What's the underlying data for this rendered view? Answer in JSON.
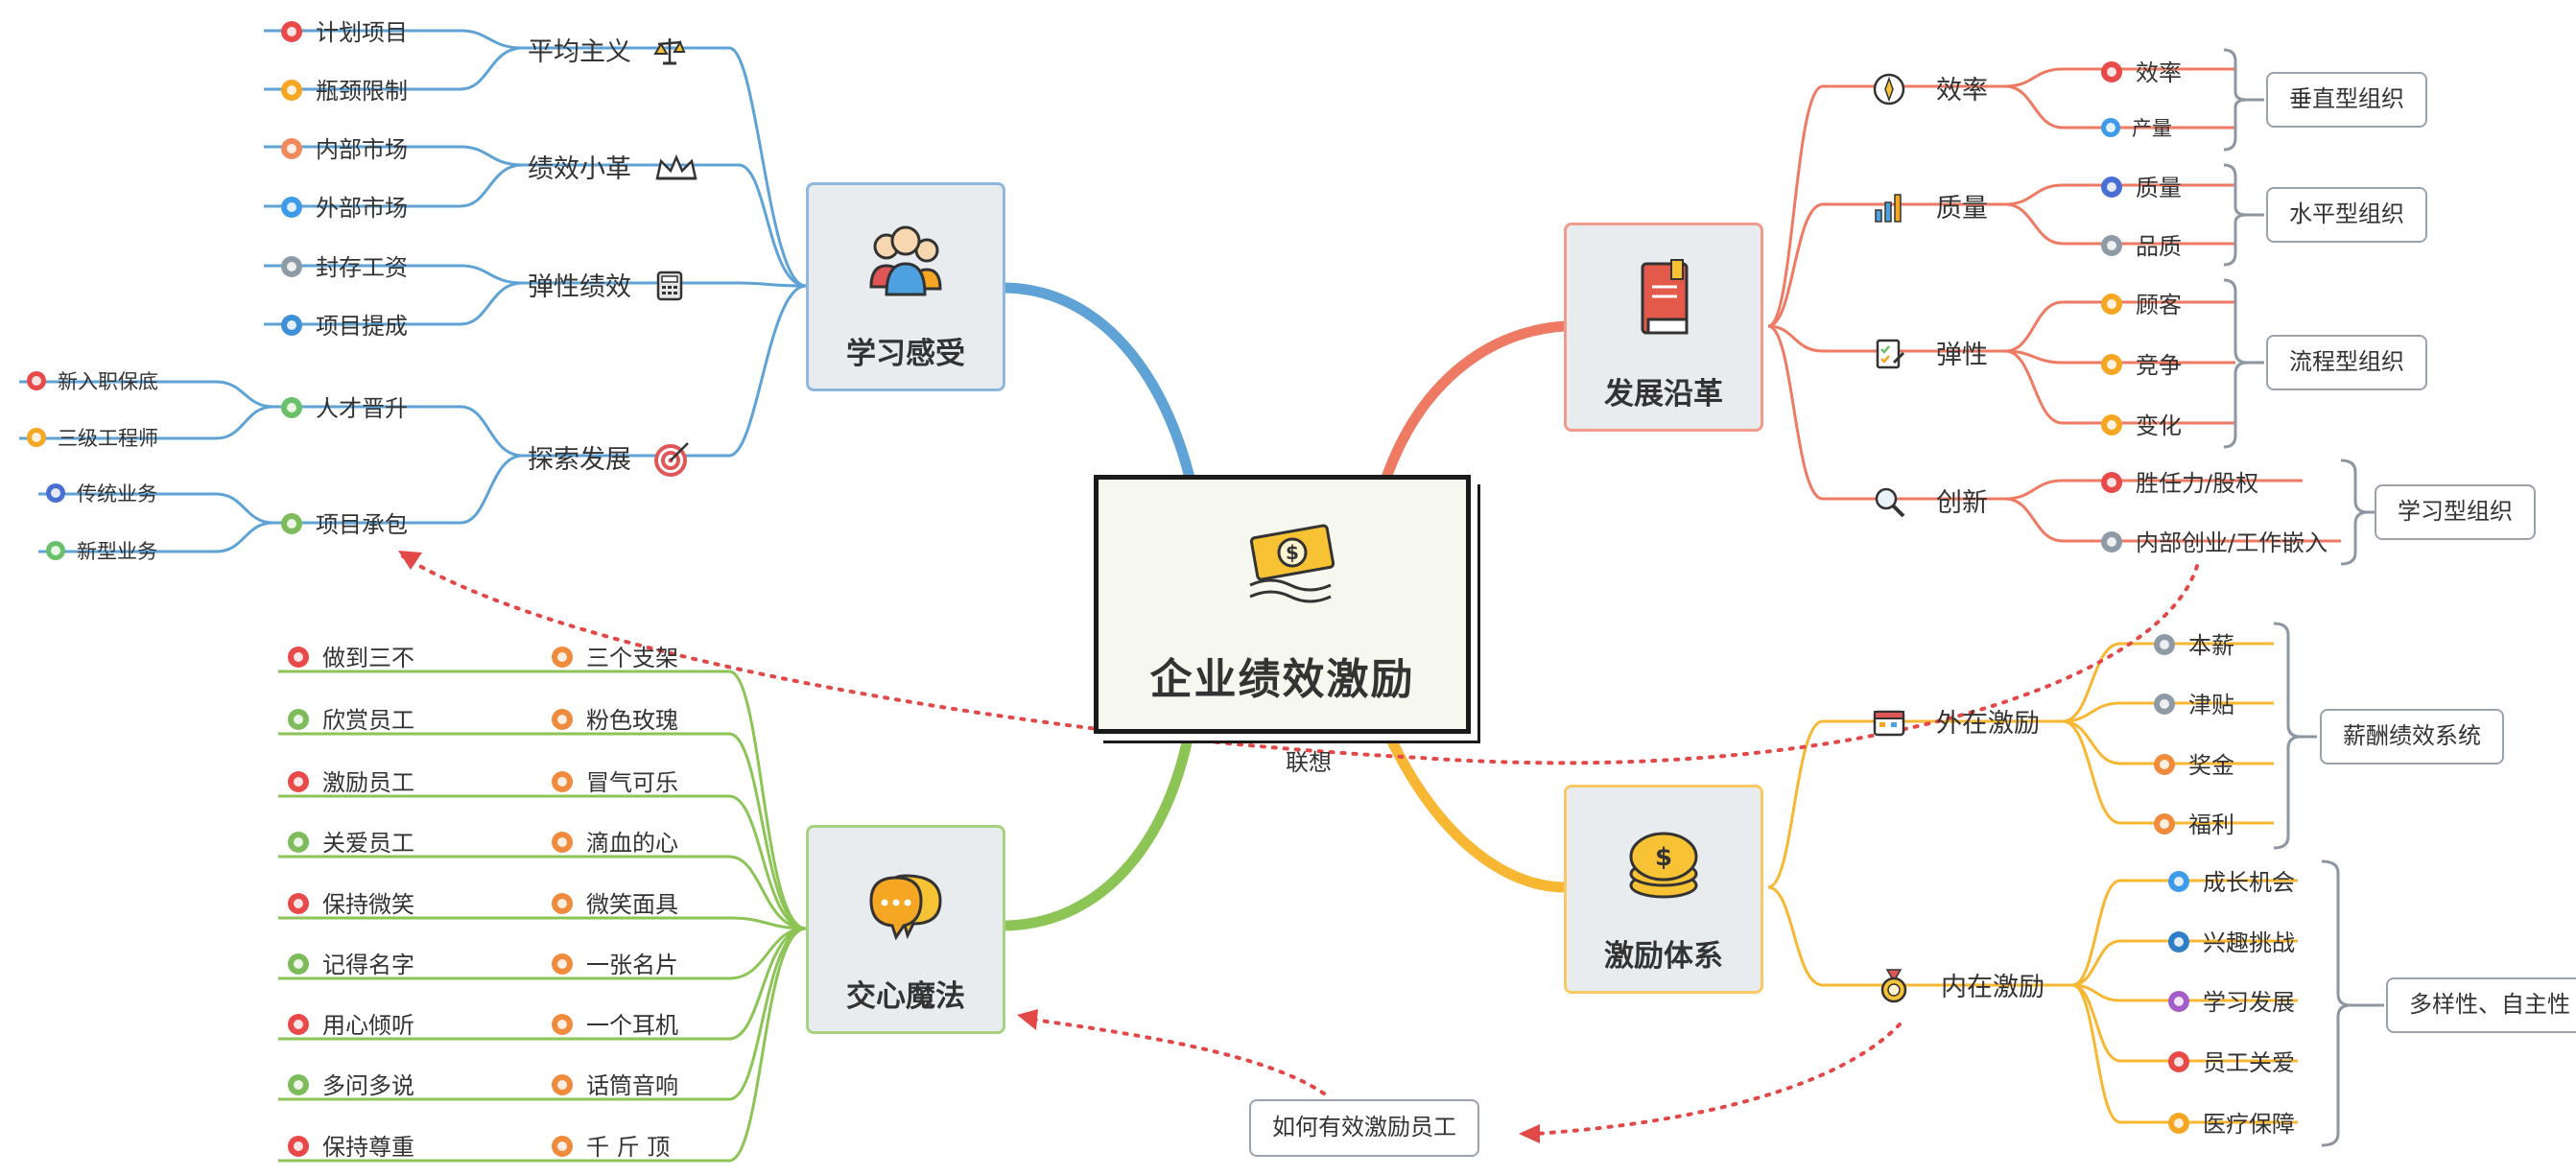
{
  "center": {
    "title": "企业绩效激励",
    "icon": "money-icon"
  },
  "link_label": "联想",
  "question_box": "如何有效激励员工",
  "colors": {
    "blue": "#5ea2d6",
    "red": "#ef7a63",
    "orange": "#f7b733",
    "green": "#8cc456",
    "gray_bracket": "#8d96a1",
    "link_red": "#e34848"
  },
  "branches": {
    "learning": {
      "title": "学习感受",
      "icon": "people-icon",
      "subs": [
        {
          "label": "平均主义",
          "icon": "scale-icon",
          "leaves": [
            {
              "label": "计划项目",
              "color": "#e84a4a"
            },
            {
              "label": "瓶颈限制",
              "color": "#f5a623"
            }
          ]
        },
        {
          "label": "绩效小革",
          "icon": "crown-icon",
          "leaves": [
            {
              "label": "内部市场",
              "color": "#f08a5d"
            },
            {
              "label": "外部市场",
              "color": "#3d9be9"
            }
          ]
        },
        {
          "label": "弹性绩效",
          "icon": "calculator-icon",
          "leaves": [
            {
              "label": "封存工资",
              "color": "#8e9aa6"
            },
            {
              "label": "项目提成",
              "color": "#3d8fd6"
            }
          ]
        },
        {
          "label": "探索发展",
          "icon": "target-icon",
          "leaves": [
            {
              "label": "人才晋升",
              "color": "#6abf69",
              "children": [
                {
                  "label": "新入职保底",
                  "color": "#e84a4a"
                },
                {
                  "label": "三级工程师",
                  "color": "#f5a623"
                }
              ]
            },
            {
              "label": "项目承包",
              "color": "#7dbb5b",
              "children": [
                {
                  "label": "传统业务",
                  "color": "#4a6fd4"
                },
                {
                  "label": "新型业务",
                  "color": "#6abf69"
                }
              ]
            }
          ]
        }
      ]
    },
    "development": {
      "title": "发展沿革",
      "icon": "book-icon",
      "subs": [
        {
          "label": "效率",
          "icon": "compass-icon",
          "bracket": "垂直型组织",
          "leaves": [
            {
              "label": "效率",
              "color": "#e84a4a"
            },
            {
              "label": "产量",
              "color": "#3d9be9"
            }
          ]
        },
        {
          "label": "质量",
          "icon": "bar-chart-icon",
          "bracket": "水平型组织",
          "leaves": [
            {
              "label": "质量",
              "color": "#4a6fd4"
            },
            {
              "label": "品质",
              "color": "#8e9aa6"
            }
          ]
        },
        {
          "label": "弹性",
          "icon": "clipboard-icon",
          "bracket": "流程型组织",
          "leaves": [
            {
              "label": "顾客",
              "color": "#f5a623"
            },
            {
              "label": "竞争",
              "color": "#f5a623"
            },
            {
              "label": "变化",
              "color": "#f5a623"
            }
          ]
        },
        {
          "label": "创新",
          "icon": "magnifier-icon",
          "bracket": "学习型组织",
          "leaves": [
            {
              "label": "胜任力/股权",
              "color": "#e84a4a"
            },
            {
              "label": "内部创业/工作嵌入",
              "color": "#8e9aa6"
            }
          ]
        }
      ]
    },
    "incentive": {
      "title": "激励体系",
      "icon": "coins-icon",
      "subs": [
        {
          "label": "外在激励",
          "icon": "calendar-icon",
          "bracket": "薪酬绩效系统",
          "leaves": [
            {
              "label": "本薪",
              "color": "#8e9aa6"
            },
            {
              "label": "津贴",
              "color": "#8e9aa6"
            },
            {
              "label": "奖金",
              "color": "#f08a3c"
            },
            {
              "label": "福利",
              "color": "#f08a3c"
            }
          ]
        },
        {
          "label": "内在激励",
          "icon": "medal-icon",
          "bracket": "多样性、自主性",
          "leaves": [
            {
              "label": "成长机会",
              "color": "#3d9be9"
            },
            {
              "label": "兴趣挑战",
              "color": "#2f7fc6"
            },
            {
              "label": "学习发展",
              "color": "#a45cc9"
            },
            {
              "label": "员工关爱",
              "color": "#e84a4a"
            },
            {
              "label": "医疗保障",
              "color": "#f5a623"
            }
          ]
        }
      ]
    },
    "heart": {
      "title": "交心魔法",
      "icon": "chat-icon",
      "left": [
        "做到三不",
        "欣赏员工",
        "激励员工",
        "关爱员工",
        "保持微笑",
        "记得名字",
        "用心倾听",
        "多问多说",
        "保持尊重"
      ],
      "right": [
        "三个支架",
        "粉色玫瑰",
        "冒气可乐",
        "滴血的心",
        "微笑面具",
        "一张名片",
        "一个耳机",
        "话筒音响",
        "千 斤 顶"
      ],
      "left_colors": [
        "#e84a4a",
        "#7dbb5b",
        "#e84a4a",
        "#7dbb5b",
        "#e84a4a",
        "#7dbb5b",
        "#e84a4a",
        "#7dbb5b",
        "#e84a4a"
      ],
      "right_color": "#f08a3c"
    }
  }
}
